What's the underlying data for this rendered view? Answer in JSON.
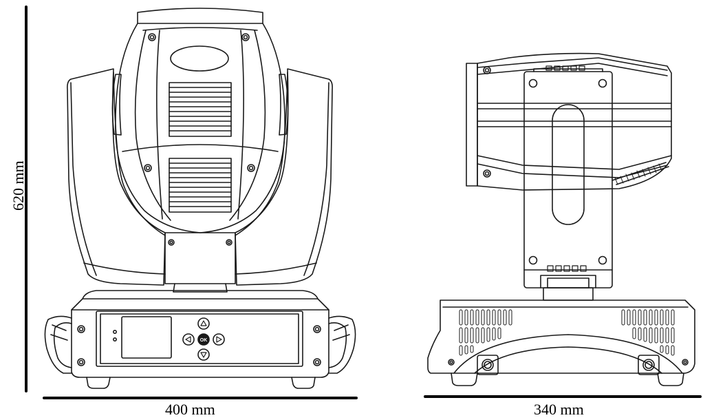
{
  "dimensions": {
    "height": "620 mm",
    "front_width": "400 mm",
    "side_width": "340 mm"
  },
  "control_panel": {
    "ok_button": "OK"
  },
  "colors": {
    "line": "#1a1a1a",
    "background": "#ffffff"
  }
}
